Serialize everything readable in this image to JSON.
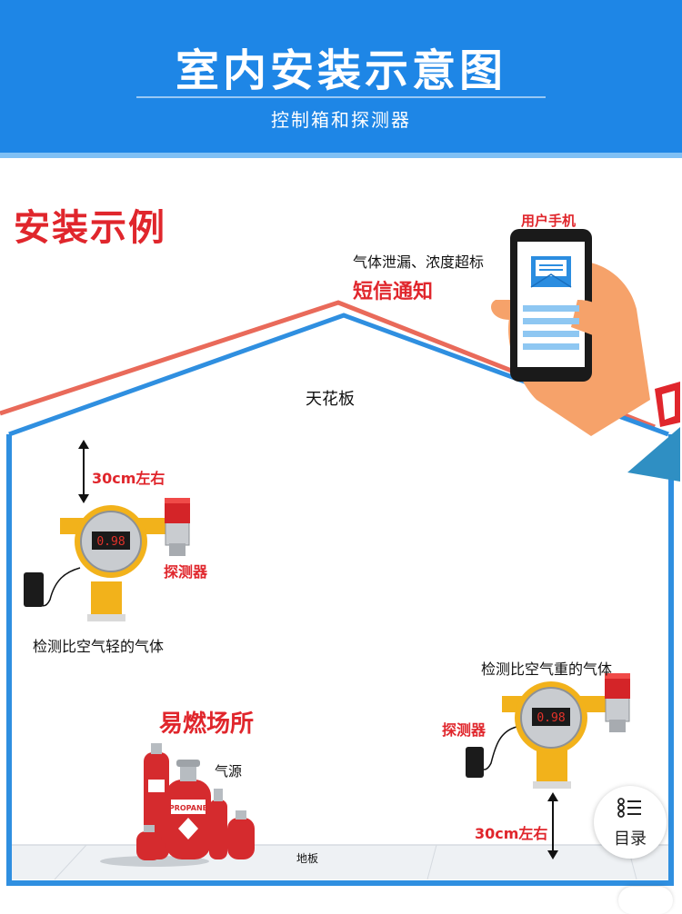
{
  "header": {
    "title": "室内安装示意图",
    "subtitle": "控制箱和探测器"
  },
  "section_title": "安装示例",
  "phone": {
    "label": "用户手机",
    "alert_line1": "气体泄漏、浓度超标",
    "alert_line2": "短信通知"
  },
  "ceiling_label": "天花板",
  "floor_label": "地板",
  "left_detector": {
    "distance_label": "30cm左右",
    "detector_label": "探测器",
    "caption": "检测比空气轻的气体",
    "display": "0.98"
  },
  "right_detector": {
    "caption": "检测比空气重的气体",
    "detector_label": "探测器",
    "distance_label": "30cm左右",
    "display": "0.98"
  },
  "hazard_area": {
    "title": "易燃场所",
    "gas_source_label": "气源",
    "cylinder_text": "PROPANE"
  },
  "toc": {
    "label": "目录",
    "icon": "list-icon"
  },
  "colors": {
    "header_blue": "#1e86e6",
    "accent_red": "#e0262c",
    "roof_red": "#e96a5a",
    "wall_blue": "#2f8fe0",
    "detector_yellow": "#f2b21b",
    "cylinder_red": "#d52b2e"
  }
}
